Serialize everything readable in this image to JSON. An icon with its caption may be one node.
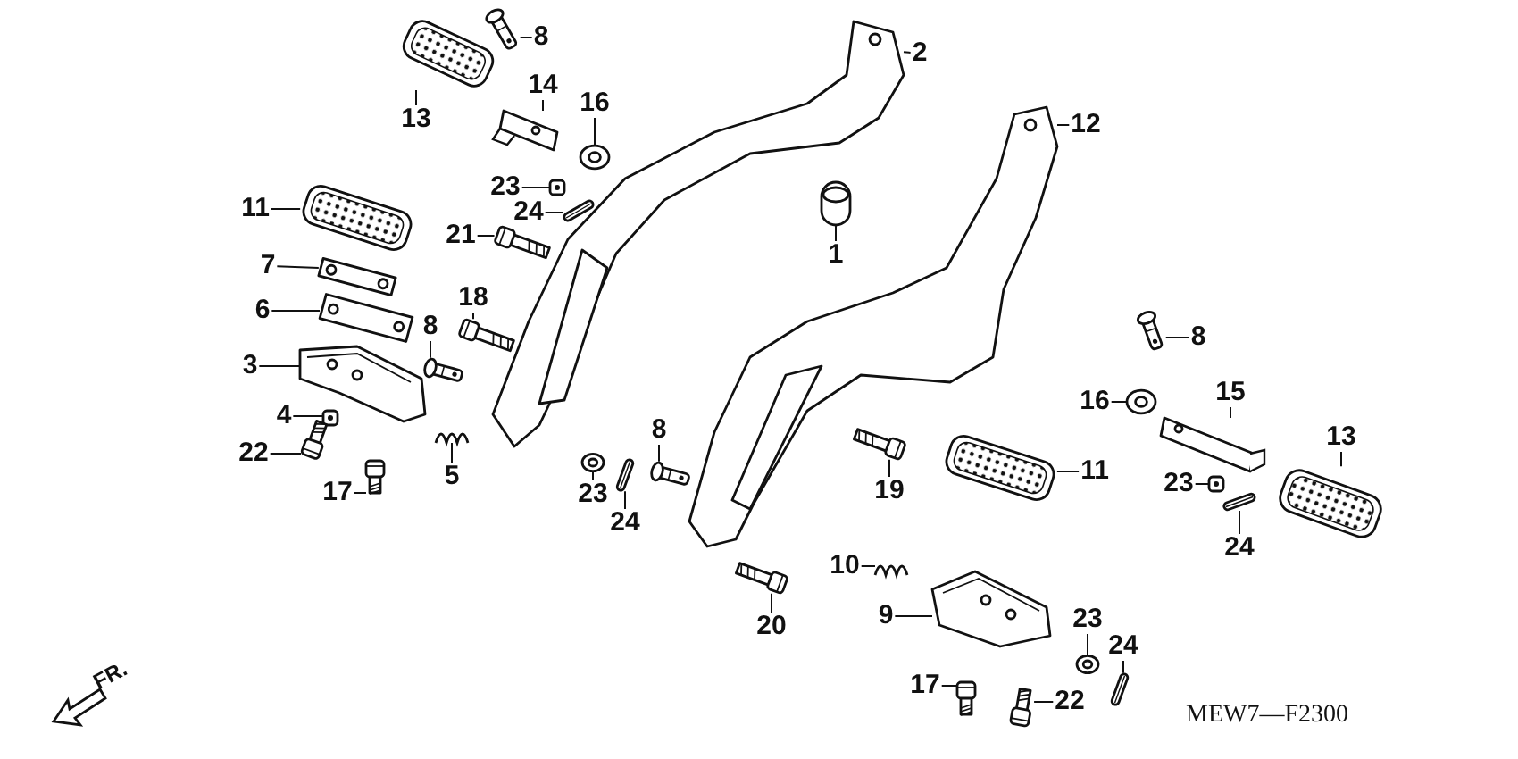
{
  "diagram": {
    "nodes": [
      {
        "text": [
          "1"
        ]
      },
      {
        "text": [
          "2"
        ]
      },
      {
        "text": [
          "3"
        ]
      },
      {
        "text": [
          "4"
        ]
      },
      {
        "text": [
          "5"
        ]
      },
      {
        "text": [
          "6"
        ]
      },
      {
        "text": [
          "7"
        ]
      },
      {
        "text": [
          "8"
        ]
      },
      {
        "text": [
          "8"
        ]
      },
      {
        "text": [
          "8"
        ]
      },
      {
        "text": [
          "8"
        ]
      },
      {
        "text": [
          "9"
        ]
      },
      {
        "text": [
          "10"
        ]
      },
      {
        "text": [
          "11"
        ]
      },
      {
        "text": [
          "11"
        ]
      },
      {
        "text": [
          "12"
        ]
      },
      {
        "text": [
          "13"
        ]
      },
      {
        "text": [
          "13"
        ]
      },
      {
        "text": [
          "14"
        ]
      },
      {
        "text": [
          "15"
        ]
      },
      {
        "text": [
          "16"
        ]
      },
      {
        "text": [
          "16"
        ]
      },
      {
        "text": [
          "17"
        ]
      },
      {
        "text": [
          "17"
        ]
      },
      {
        "text": [
          "18"
        ]
      },
      {
        "text": [
          "19"
        ]
      },
      {
        "text": [
          "20"
        ]
      },
      {
        "text": [
          "21"
        ]
      },
      {
        "text": [
          "22"
        ]
      },
      {
        "text": [
          "22"
        ]
      },
      {
        "text": [
          "23"
        ]
      },
      {
        "text": [
          "23"
        ]
      },
      {
        "text": [
          "23"
        ]
      },
      {
        "text": [
          "23"
        ]
      },
      {
        "text": [
          "24"
        ]
      },
      {
        "text": [
          "24"
        ]
      },
      {
        "text": [
          "24"
        ]
      },
      {
        "text": [
          "24"
        ]
      },
      {
        "text": [],
        "shape": "picture"
      },
      {
        "text": [],
        "shape": "picture"
      },
      {
        "text": [],
        "shape": "picture"
      },
      {
        "text": [],
        "shape": "picture"
      },
      {
        "text": [],
        "shape": "picture"
      },
      {
        "text": [],
        "shape": "picture"
      },
      {
        "text": [],
        "shape": "picture"
      },
      {
        "text": [],
        "shape": "picture"
      },
      {
        "text": [],
        "shape": "picture"
      },
      {
        "text": [],
        "shape": "picture"
      },
      {
        "text": [],
        "shape": "picture"
      },
      {
        "text": [],
        "shape": "picture"
      },
      {
        "text": [],
        "shape": "picture"
      },
      {
        "text": [],
        "shape": "picture"
      },
      {
        "text": [],
        "shape": "picture"
      },
      {
        "text": [],
        "shape": "picture"
      },
      {
        "text": [],
        "shape": "picture"
      },
      {
        "text": [],
        "shape": "picture"
      },
      {
        "text": [],
        "shape": "picture"
      },
      {
        "text": [],
        "shape": "picture"
      },
      {
        "text": [],
        "shape": "picture"
      },
      {
        "text": [],
        "shape": "picture"
      },
      {
        "text": [],
        "shape": "picture"
      },
      {
        "text": [],
        "shape": "picture"
      },
      {
        "text": [],
        "shape": "picture"
      },
      {
        "text": [],
        "shape": "picture"
      },
      {
        "text": [],
        "shape": "picture"
      },
      {
        "text": [],
        "shape": "picture"
      },
      {
        "text": [],
        "shape": "picture"
      },
      {
        "text": [],
        "shape": "picture"
      },
      {
        "text": [],
        "shape": "picture"
      },
      {
        "text": [],
        "shape": "picture"
      },
      {
        "text": [],
        "shape": "picture"
      },
      {
        "text": [],
        "shape": "picture"
      },
      {
        "text": [],
        "shape": "picture"
      },
      {
        "text": [],
        "shape": "picture"
      },
      {
        "text": [],
        "shape": "picture"
      },
      {
        "text": [],
        "shape": "picture"
      }
    ],
    "edges": [
      {
        "from": 0,
        "to": 38,
        "arrow": "none"
      },
      {
        "from": 1,
        "to": 39,
        "arrow": "none"
      },
      {
        "from": 2,
        "to": 40,
        "arrow": "none"
      },
      {
        "from": 3,
        "to": 41,
        "arrow": "none"
      },
      {
        "from": 4,
        "to": 42,
        "arrow": "none"
      },
      {
        "from": 5,
        "to": 43,
        "arrow": "none"
      },
      {
        "from": 6,
        "to": 44,
        "arrow": "none"
      },
      {
        "from": 7,
        "to": 45,
        "arrow": "none"
      },
      {
        "from": 8,
        "to": 46,
        "arrow": "none"
      },
      {
        "from": 9,
        "to": 47,
        "arrow": "none"
      },
      {
        "from": 10,
        "to": 48,
        "arrow": "none"
      },
      {
        "from": 11,
        "to": 49,
        "arrow": "none"
      },
      {
        "from": 12,
        "to": 50,
        "arrow": "none"
      },
      {
        "from": 13,
        "to": 51,
        "arrow": "none"
      },
      {
        "from": 14,
        "to": 52,
        "arrow": "none"
      },
      {
        "from": 15,
        "to": 53,
        "arrow": "none"
      },
      {
        "from": 16,
        "to": 54,
        "arrow": "none"
      },
      {
        "from": 17,
        "to": 55,
        "arrow": "none"
      },
      {
        "from": 18,
        "to": 56,
        "arrow": "none"
      },
      {
        "from": 19,
        "to": 57,
        "arrow": "none"
      },
      {
        "from": 20,
        "to": 58,
        "arrow": "none"
      },
      {
        "from": 21,
        "to": 59,
        "arrow": "none"
      },
      {
        "from": 22,
        "to": 60,
        "arrow": "none"
      },
      {
        "from": 23,
        "to": 61,
        "arrow": "none"
      },
      {
        "from": 24,
        "to": 62,
        "arrow": "none"
      },
      {
        "from": 25,
        "to": 63,
        "arrow": "none"
      },
      {
        "from": 26,
        "to": 64,
        "arrow": "none"
      },
      {
        "from": 27,
        "to": 65,
        "arrow": "none"
      },
      {
        "from": 28,
        "to": 66,
        "arrow": "none"
      },
      {
        "from": 29,
        "to": 67,
        "arrow": "none"
      },
      {
        "from": 30,
        "to": 68,
        "arrow": "none"
      },
      {
        "from": 31,
        "to": 69,
        "arrow": "none"
      },
      {
        "from": 32,
        "to": 70,
        "arrow": "none"
      },
      {
        "from": 33,
        "to": 71,
        "arrow": "none"
      },
      {
        "from": 34,
        "to": 72,
        "arrow": "none"
      },
      {
        "from": 35,
        "to": 73,
        "arrow": "none"
      },
      {
        "from": 36,
        "to": 74,
        "arrow": "none"
      },
      {
        "from": 37,
        "to": 75,
        "arrow": "none"
      }
    ],
    "labels": [
      "FR.",
      "MEW7—F2300"
    ]
  }
}
